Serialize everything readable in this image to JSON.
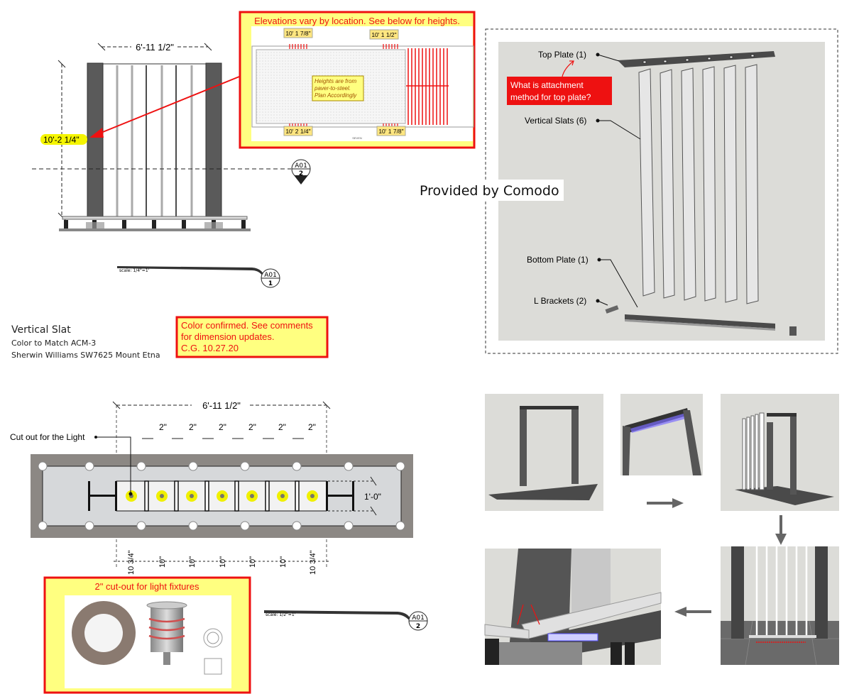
{
  "colors": {
    "annotation_red": "#ee1111",
    "note_yellow": "#ffff80",
    "highlight_yellow": "#f5f500",
    "post_dark": "#5a5a5a",
    "render_bg": "#dcdcd8"
  },
  "elevation": {
    "width_dim": "6'-11 1/2\"",
    "height_highlight": "10'-2 1/4\"",
    "section_marker": {
      "sheet": "A01",
      "number": "2"
    },
    "scale_label": "scale: 1/4\"=1'",
    "title_marker": {
      "sheet": "A01",
      "number": "1"
    }
  },
  "elevation_note": {
    "title": "Elevations vary by location. See below for heights.",
    "heights": [
      "10' 1 7/8\"",
      "10' 1 1/2\"",
      "10' 2 1/4\"",
      "10' 1 7/8\""
    ],
    "center_note": [
      "Heights are from",
      "paver-to-steel.",
      "Plan Accordingly"
    ],
    "plan_label": "SEVEN"
  },
  "spec": {
    "title": "Vertical Slat",
    "line1": "Color to Match ACM-3",
    "line2": "Sherwin Williams SW7625 Mount Etna"
  },
  "color_note": [
    "Color confirmed. See comments",
    "for dimension updates.",
    "C.G. 10.27.20"
  ],
  "exploded": {
    "labels": {
      "top_plate": "Top Plate (1)",
      "vertical_slats": "Vertical Slats (6)",
      "bottom_plate": "Bottom Plate (1)",
      "l_brackets": "L Brackets (2)"
    },
    "question": [
      "What is attachment",
      "method for top plate?"
    ]
  },
  "watermark": "Provided by Comodo",
  "plan": {
    "width_dim": "6'-11 1/2\"",
    "gap_dims": [
      "2\"",
      "2\"",
      "2\"",
      "2\"",
      "2\"",
      "2\""
    ],
    "cutout_label": "Cut out for the Light",
    "depth_dim": "1'-0\"",
    "spacing_dims": [
      "10 3/4\"",
      "10\"",
      "10\"",
      "10\"",
      "10\"",
      "10\"",
      "10 3/4\""
    ],
    "scale_label": "scale: 1/2\"=1'",
    "title_marker": {
      "sheet": "A01",
      "number": "2"
    }
  },
  "fixture_note": {
    "title": "2\" cut-out for light fixtures"
  }
}
